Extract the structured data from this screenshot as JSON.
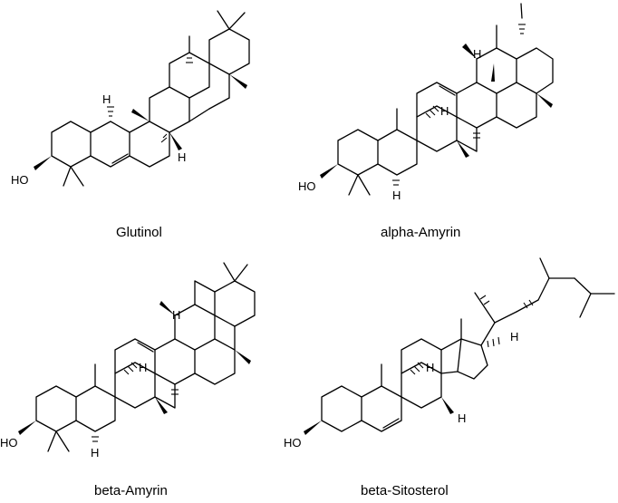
{
  "figure": {
    "molecules": [
      {
        "id": "glutinol",
        "name": "Glutinol"
      },
      {
        "id": "alpha-amyrin",
        "name": "alpha-Amyrin"
      },
      {
        "id": "beta-amyrin",
        "name": "beta-Amyrin"
      },
      {
        "id": "beta-sitosterol",
        "name": "beta-Sitosterol"
      }
    ],
    "atom_labels": {
      "hydroxyl": "HO",
      "hydrogen": "H"
    }
  }
}
